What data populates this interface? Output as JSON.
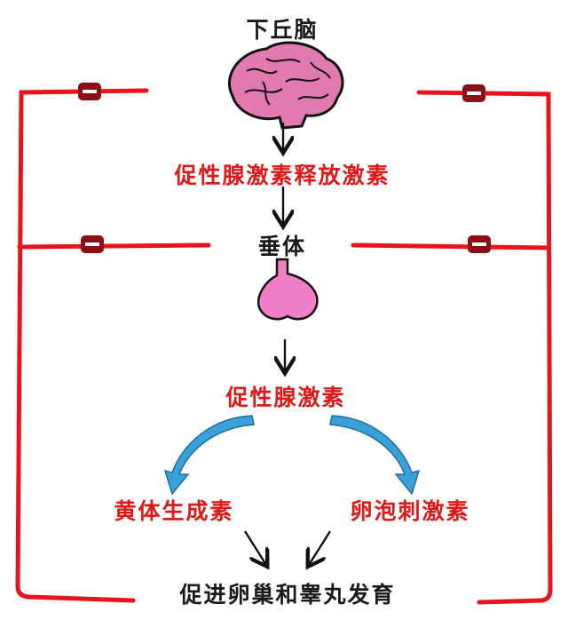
{
  "nodes": {
    "hypothalamus": "下丘脑",
    "gnrh": "促性腺激素释放激素",
    "pituitary": "垂体",
    "gonadotropin": "促性腺激素",
    "lh": "黄体生成素",
    "fsh": "卵泡刺激素",
    "outcome": "促进卵巢和睾丸发育"
  },
  "colors": {
    "feedback_line": "#e8141c",
    "inhibit_badge": "#8b0f16",
    "red_text": "#e01818",
    "brain": "#e07ab0",
    "pituitary": "#f07fc8",
    "curved_arrow": "#3aa0d8"
  },
  "icons": {
    "hypothalamus": "brain-icon",
    "pituitary": "pituitary-gland-icon",
    "inhibit": "minus-badge-icon"
  },
  "inhibition_symbol": "−"
}
